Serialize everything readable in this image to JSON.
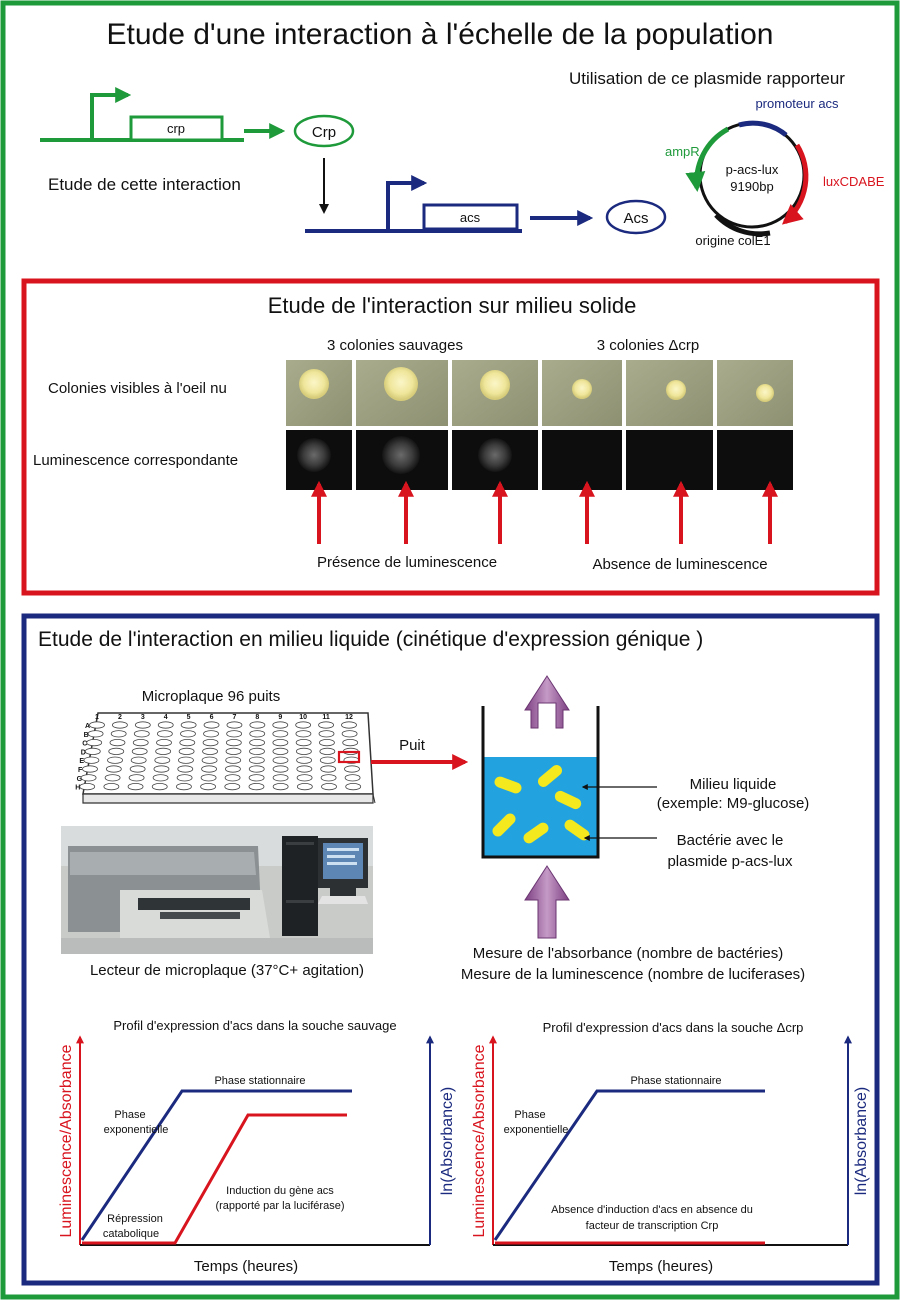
{
  "colors": {
    "green": "#1f9a3b",
    "blue": "#1b2a7e",
    "red": "#d8141e",
    "purple": "#9b5a9e",
    "liquid": "#22a3e0",
    "bacteria": "#f4e81e"
  },
  "title": "Etude d'une interaction à l'échelle de la population",
  "top": {
    "plasmid_caption": "Utilisation de ce plasmide rapporteur",
    "crp_gene": "crp",
    "crp_protein": "Crp",
    "interaction_label": "Etude de cette interaction",
    "acs_gene": "acs",
    "acs_protein": "Acs",
    "plasmid": {
      "name": "p-acs-lux",
      "size": "9190bp",
      "promoter": "promoteur acs",
      "ampR": "ampR",
      "lux": "luxCDABE",
      "origin": "origine colE1"
    }
  },
  "solid": {
    "title": "Etude de l'interaction sur milieu solide",
    "wild_header": "3 colonies sauvages",
    "mutant_header": "3 colonies Δcrp",
    "row_visible": "Colonies visibles à l'oeil nu",
    "row_lum": "Luminescence correspondante",
    "presence": "Présence de luminescence",
    "absence": "Absence de luminescence"
  },
  "liquid": {
    "title": "Etude de l'interaction en milieu liquide (cinétique d'expression génique )",
    "plate_label": "Microplaque 96 puits",
    "plate_cols": [
      "1",
      "2",
      "3",
      "4",
      "5",
      "6",
      "7",
      "8",
      "9",
      "10",
      "11",
      "12"
    ],
    "plate_rows": [
      "A",
      "B",
      "C",
      "D",
      "E",
      "F",
      "G",
      "H"
    ],
    "puit_label": "Puit",
    "medium_label_1": "Milieu liquide",
    "medium_label_2": "(exemple: M9-glucose)",
    "bacteria_label_1": "Bactérie avec le",
    "bacteria_label_2": "plasmide p-acs-lux",
    "reader_label": "Lecteur de microplaque (37°C+ agitation)",
    "measure_abs": "Mesure de l'absorbance (nombre de bactéries)",
    "measure_lum": "Mesure de la luminescence (nombre de luciferases)"
  },
  "graphs": {
    "wild": {
      "title": "Profil d'expression d'acs dans la souche sauvage",
      "ylabel_left": "Luminescence/Absorbance",
      "ylabel_right": "ln(Absorbance)",
      "xlabel": "Temps (heures)",
      "phase_stat": "Phase stationnaire",
      "phase_exp_1": "Phase",
      "phase_exp_2": "exponentielle",
      "induction_1": "Induction du gène acs",
      "induction_2": "(rapporté par la luciférase)",
      "repression_1": "Répression",
      "repression_2": "catabolique"
    },
    "mutant": {
      "title": "Profil d'expression d'acs dans la souche Δcrp",
      "ylabel_left": "Luminescence/Absorbance",
      "ylabel_right": "ln(Absorbance)",
      "xlabel": "Temps (heures)",
      "phase_stat": "Phase stationnaire",
      "phase_exp_1": "Phase",
      "phase_exp_2": "exponentielle",
      "absence_1": "Absence d'induction d'acs en absence du",
      "absence_2": "facteur de transcription Crp"
    }
  }
}
